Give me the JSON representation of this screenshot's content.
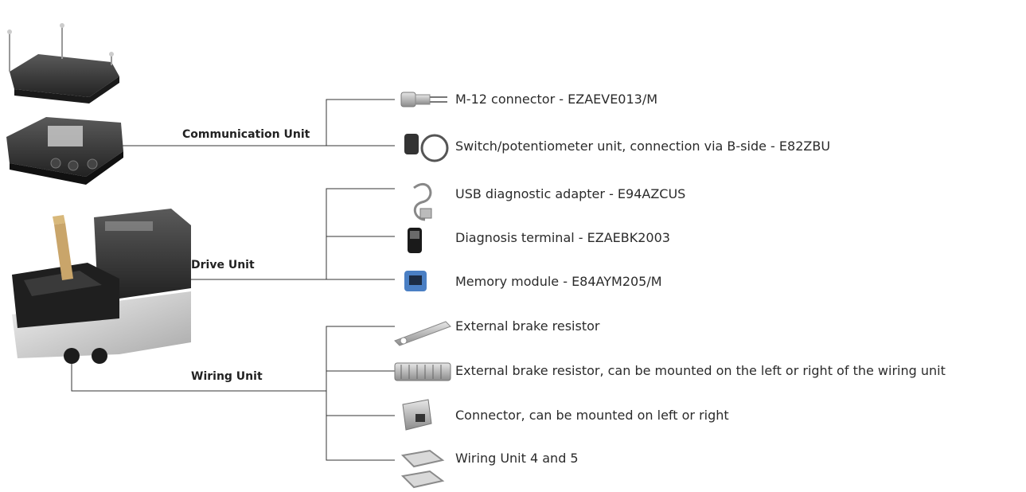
{
  "groups": {
    "communication": {
      "label": "Communication Unit"
    },
    "drive": {
      "label": "Drive Unit"
    },
    "wiring": {
      "label": "Wiring Unit"
    }
  },
  "accessories": {
    "m12_connector": "M-12 connector - EZAEVE013/M",
    "switch_potentiometer": "Switch/potentiometer unit, connection via B-side - E82ZBU",
    "usb_adapter": "USB diagnostic adapter - E94AZCUS",
    "diagnosis_terminal": "Diagnosis terminal - EZAEBK2003",
    "memory_module": "Memory module - E84AYM205/M",
    "brake_resistor": "External brake resistor",
    "brake_resistor_mountable": "External brake resistor, can be mounted on the left or right of the wiring unit",
    "connector_lr": "Connector, can be mounted on left or right",
    "wiring_unit_4_5": "Wiring Unit 4 and 5"
  }
}
